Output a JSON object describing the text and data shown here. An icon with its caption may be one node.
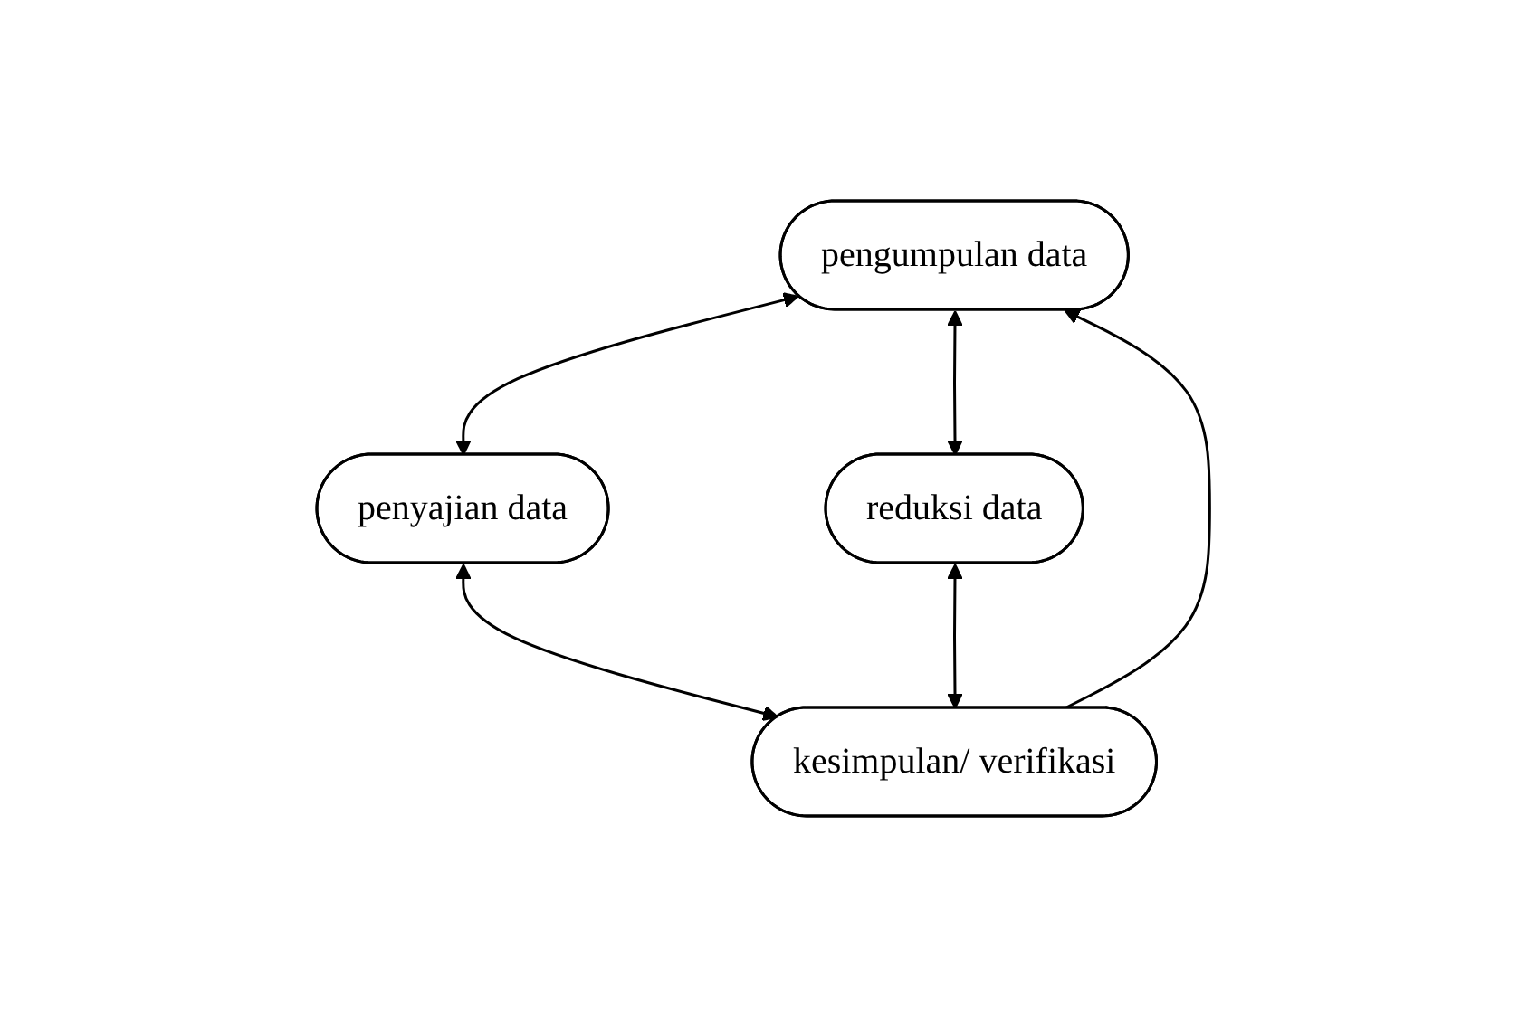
{
  "diagram": {
    "nodes": [
      {
        "text": [
          "pengumpulan data"
        ]
      },
      {
        "text": [
          "penyajian data"
        ]
      },
      {
        "text": [
          "reduksi data"
        ]
      },
      {
        "text": [
          "kesimpulan/ verifikasi"
        ]
      }
    ],
    "edges": [
      {
        "from": 0,
        "to": 1,
        "arrow": "both"
      },
      {
        "from": 0,
        "to": 2,
        "arrow": "both"
      },
      {
        "from": 1,
        "to": 3,
        "arrow": "both"
      },
      {
        "from": 2,
        "to": 3,
        "arrow": "both"
      },
      {
        "from": 3,
        "to": 0,
        "arrow": "to"
      }
    ]
  }
}
